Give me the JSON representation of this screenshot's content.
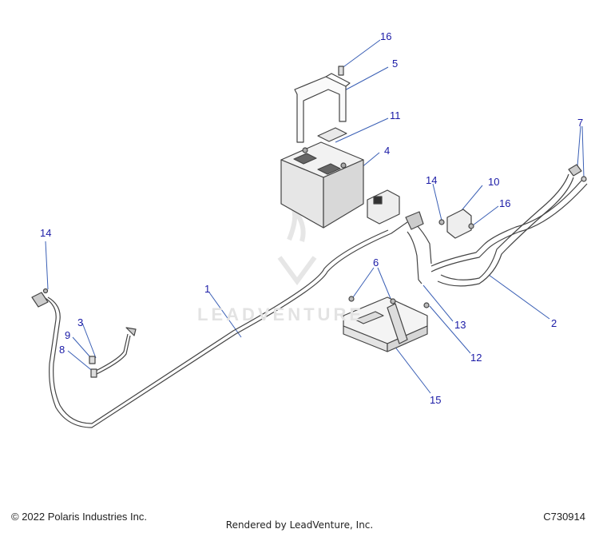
{
  "callouts": [
    {
      "id": "c16a",
      "label": "16"
    },
    {
      "id": "c5",
      "label": "5"
    },
    {
      "id": "c11",
      "label": "11"
    },
    {
      "id": "c4",
      "label": "4"
    },
    {
      "id": "c7",
      "label": "7"
    },
    {
      "id": "c14a",
      "label": "14"
    },
    {
      "id": "c10",
      "label": "10"
    },
    {
      "id": "c16b",
      "label": "16"
    },
    {
      "id": "c14b",
      "label": "14"
    },
    {
      "id": "c6",
      "label": "6"
    },
    {
      "id": "c1",
      "label": "1"
    },
    {
      "id": "c3",
      "label": "3"
    },
    {
      "id": "c9",
      "label": "9"
    },
    {
      "id": "c8",
      "label": "8"
    },
    {
      "id": "c13",
      "label": "13"
    },
    {
      "id": "c2",
      "label": "2"
    },
    {
      "id": "c12",
      "label": "12"
    },
    {
      "id": "c15",
      "label": "15"
    }
  ],
  "watermark": "LEADVENTURE",
  "footer": {
    "copyright": "© 2022 Polaris Industries Inc.",
    "rendered_by": "Rendered by LeadVenture, Inc.",
    "diagram_code": "C730914"
  }
}
